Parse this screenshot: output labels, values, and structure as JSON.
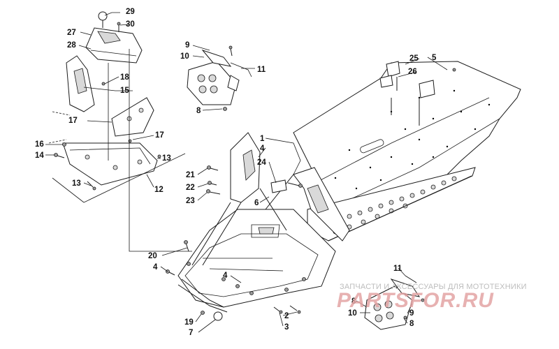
{
  "diagram": {
    "callouts": {
      "c1": "1",
      "c2": "2",
      "c3": "3",
      "c4a": "4",
      "c4b": "4",
      "c4c": "4",
      "c5": "5",
      "c6": "6",
      "c7": "7",
      "c8a": "8",
      "c8b": "8",
      "c8c": "8",
      "c9a": "9",
      "c9b": "9",
      "c10a": "10",
      "c10b": "10",
      "c11a": "11",
      "c11b": "11",
      "c12": "12",
      "c13a": "13",
      "c13b": "13",
      "c14": "14",
      "c15": "15",
      "c16": "16",
      "c17a": "17",
      "c17b": "17",
      "c18": "18",
      "c19": "19",
      "c20": "20",
      "c21": "21",
      "c22": "22",
      "c23": "23",
      "c24": "24",
      "c25": "25",
      "c26": "26",
      "c27": "27",
      "c28": "28",
      "c29": "29",
      "c30": "30"
    }
  },
  "watermark": {
    "caption": "ЗАПЧАСТИ И АКСЕССУАРЫ ДЛЯ МОТОТЕХНИКИ",
    "logo_text": "PARTSFOR.RU"
  }
}
